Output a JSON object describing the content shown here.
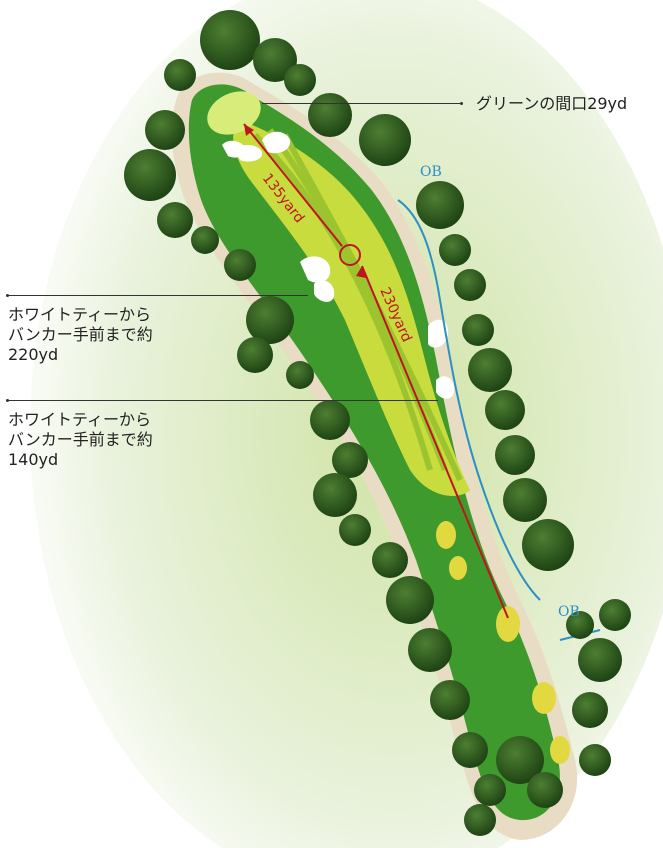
{
  "annotations": {
    "green_width": "グリーンの間口29yd",
    "bunker_220": [
      "ホワイトティーから",
      "バンカー手前まで約",
      "220yd"
    ],
    "bunker_140": [
      "ホワイトティーから",
      "バンカー手前まで約",
      "140yd"
    ]
  },
  "distances": {
    "tee_to_target": "230yard",
    "target_to_green": "135yard"
  },
  "ob_labels": [
    "OB",
    "OB"
  ],
  "colors": {
    "rough": "#3f9a2e",
    "fairway": "#c8dc3e",
    "fairway_stripe": "#9cc42e",
    "green": "#d8ec7a",
    "bunker": "#ffffff",
    "tee": "#e2d840",
    "ob_line": "#2d8fc4",
    "shot_line": "#c0141c",
    "cart_path": "#e9dcc4",
    "trees": "#1f4a16"
  }
}
